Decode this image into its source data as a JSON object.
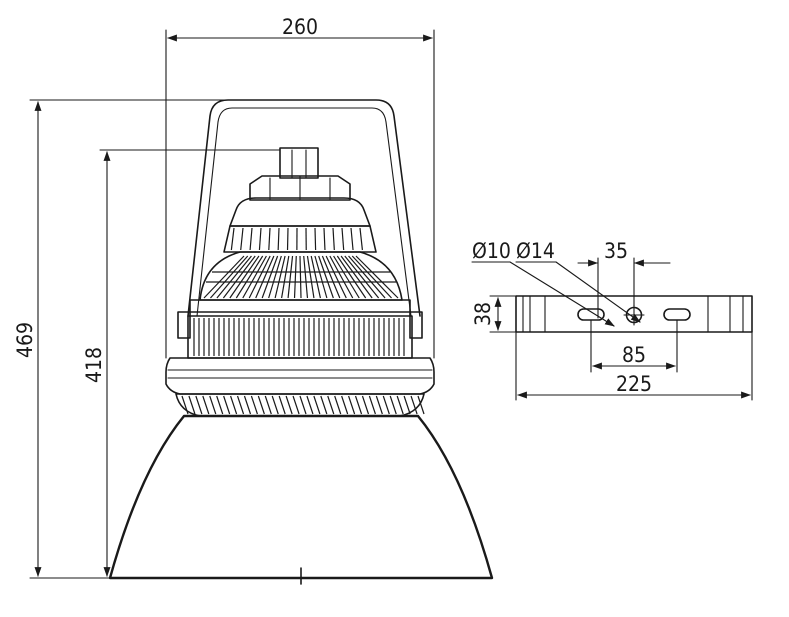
{
  "dimensions": {
    "overall_width": "260",
    "overall_height": "469",
    "body_height": "418",
    "bracket_slot_diameter": "Ø10",
    "bracket_hole_diameter": "Ø14",
    "bracket_hole_offset": "35",
    "bracket_height": "38",
    "bracket_slot_spacing": "85",
    "bracket_length": "225"
  },
  "colors": {
    "line": "#1a1a1a",
    "background": "#ffffff"
  }
}
